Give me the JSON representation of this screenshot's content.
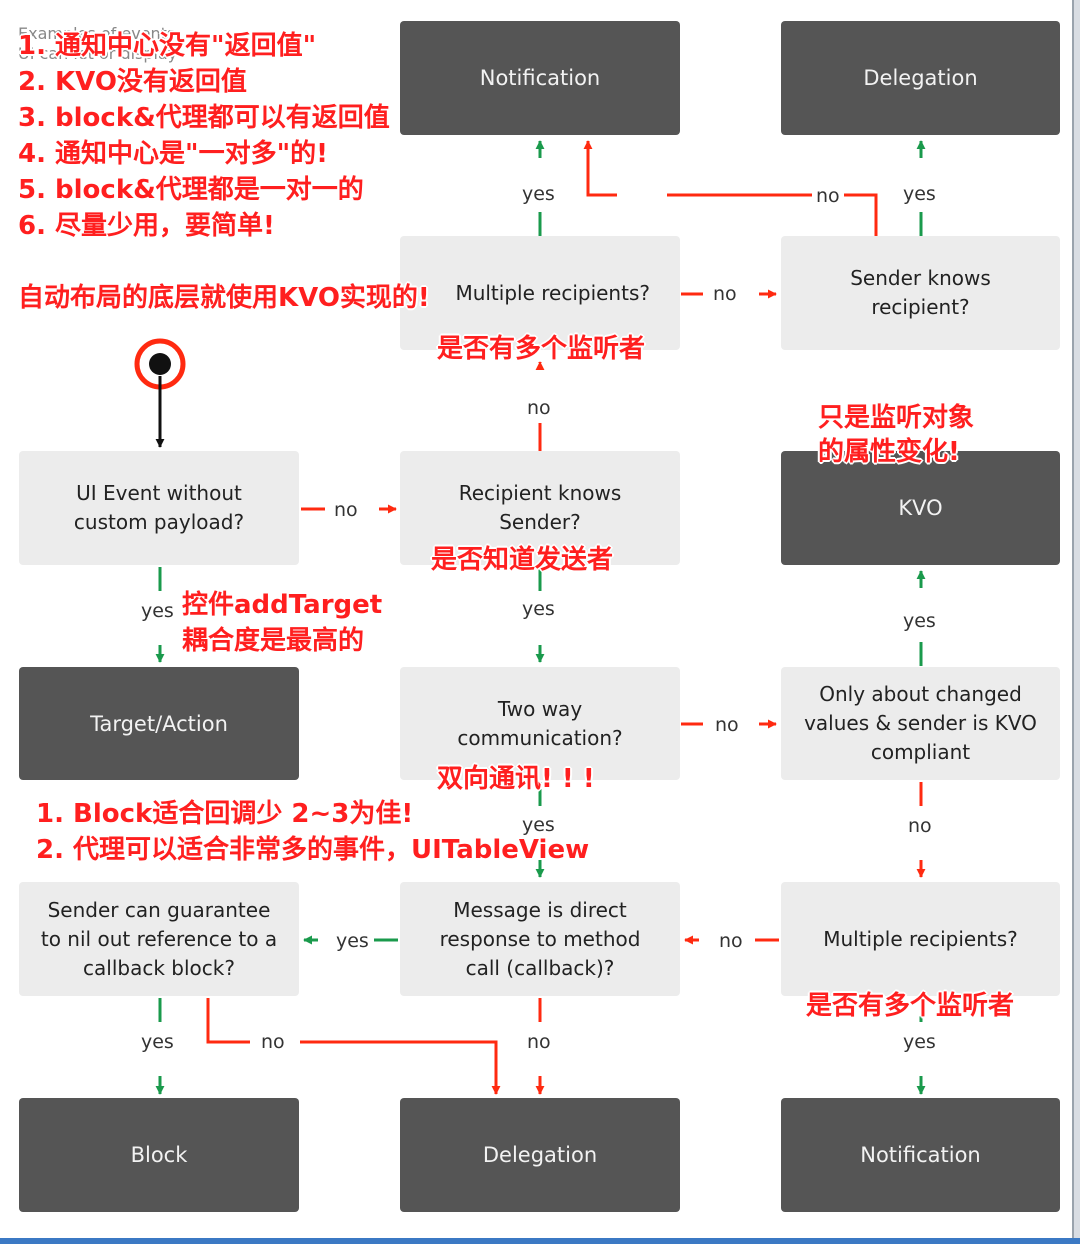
{
  "faded_header": [
    "Examples of events",
    "UI can let or display"
  ],
  "nodes": {
    "q_ui_event": [
      "UI Event without",
      "custom payload?"
    ],
    "q_recipient_knows": [
      "Recipient knows",
      "Sender?"
    ],
    "q_multiple_top": [
      "Multiple recipients?"
    ],
    "q_sender_knows": [
      "Sender knows",
      "recipient?"
    ],
    "q_two_way": [
      "Two way",
      "communication?"
    ],
    "q_only_changed": [
      "Only about changed",
      "values & sender is KVO",
      "compliant"
    ],
    "q_sender_guarantee": [
      "Sender can guarantee",
      "to nil out reference to a",
      "callback block?"
    ],
    "q_message_direct": [
      "Message is direct",
      "response to method",
      "call (callback)?"
    ],
    "q_multiple_bottom": [
      "Multiple recipients?"
    ],
    "r_notification_top": "Notification",
    "r_delegation_top": "Delegation",
    "r_kvo": "KVO",
    "r_target_action": "Target/Action",
    "r_block": "Block",
    "r_delegation_bottom": "Delegation",
    "r_notification_bottom": "Notification"
  },
  "edge_labels": {
    "yes": "yes",
    "no": "no"
  },
  "colors": {
    "yes": "#1a9a4c",
    "no": "#ff2a10",
    "start": "#111111",
    "start_ring": "#ff2a10",
    "question_box": "#ececec",
    "result_box": "#555555",
    "annotation": "#ff1f1f"
  },
  "annotations": {
    "top_list": [
      "1. 通知中心没有\"返回值\"",
      "2. KVO没有返回值",
      "3. block&代理都可以有返回值",
      "4. 通知中心是\"一对多\"的!",
      "5. block&代理都是一对一的",
      "6. 尽量少用，要简单!"
    ],
    "autolayout": "自动布局的底层就使用KVO实现的!",
    "multiple_listeners_top": "是否有多个监听者",
    "kvo_note": [
      "只是监听对象",
      "的属性变化!"
    ],
    "knows_sender": "是否知道发送者",
    "addtarget": [
      "控件addTarget",
      "耦合度是最高的"
    ],
    "two_way": "双向通讯! ! !",
    "block_delegate": [
      "1. Block适合回调少 2~3为佳!",
      "2. 代理可以适合非常多的事件，UITableView"
    ],
    "multiple_listeners_bottom": "是否有多个监听者"
  }
}
